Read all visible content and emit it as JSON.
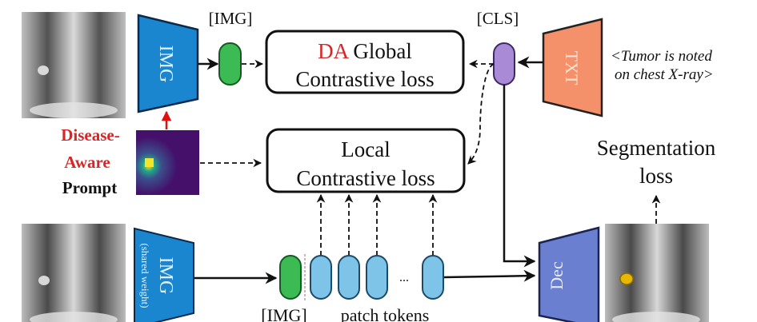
{
  "labels": {
    "img_token_top": "[IMG]",
    "cls_token": "[CLS]",
    "img_token_bottom": "[IMG]",
    "patch_tokens": "patch tokens",
    "ellipsis": "...",
    "global_loss_prefix": "DA",
    "global_loss_line1": "Global",
    "global_loss_line2": "Contrastive loss",
    "local_loss_line1": "Local",
    "local_loss_line2": "Contrastive loss",
    "seg_loss_line1": "Segmentation",
    "seg_loss_line2": "loss",
    "prompt_line1": "Disease-",
    "prompt_line2": "Aware",
    "prompt_line3": "Prompt",
    "text_input_line1": "<Tumor is noted",
    "text_input_line2": "on chest X-ray>"
  },
  "encoders": {
    "img_top": "IMG",
    "img_bottom": "IMG",
    "img_bottom_sub": "(shared weight)",
    "txt": "TXT",
    "dec": "Dec"
  },
  "colors": {
    "img_encoder": "#1a86d0",
    "txt_encoder": "#f4916a",
    "decoder": "#6b7fd0",
    "img_token": "#3cba54",
    "cls_token": "#a98ad6",
    "patch_token": "#7ec3e8",
    "accent_red": "#d62728",
    "mask": "#e8b800"
  }
}
